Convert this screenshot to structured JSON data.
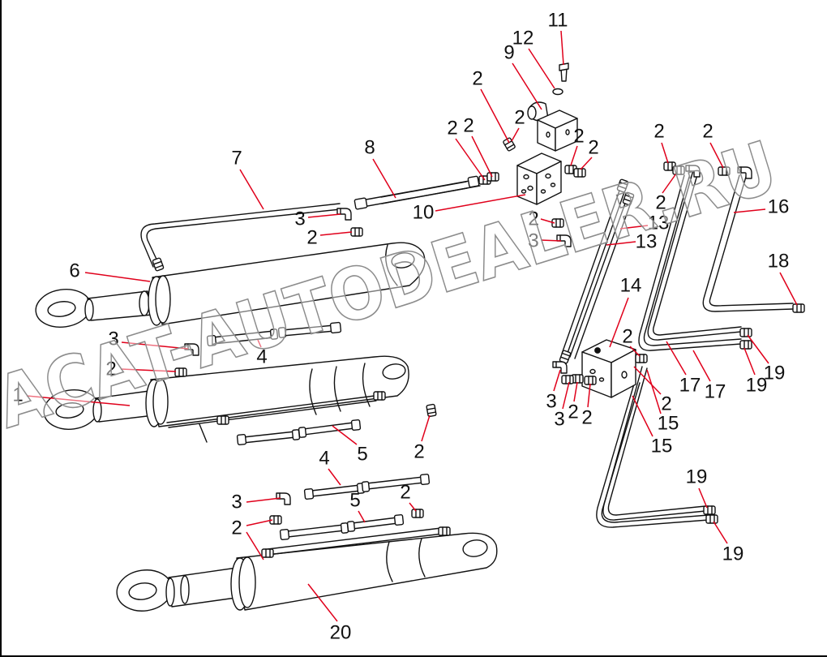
{
  "diagram": {
    "callouts": [
      "11",
      "12",
      "9",
      "2",
      "2",
      "2",
      "2",
      "2",
      "2",
      "7",
      "8",
      "10",
      "3",
      "2",
      "2",
      "3",
      "13",
      "13",
      "2",
      "2",
      "2",
      "16",
      "18",
      "6",
      "14",
      "3",
      "4",
      "2",
      "2",
      "1",
      "19",
      "17",
      "17",
      "19",
      "3",
      "2",
      "3",
      "2",
      "2",
      "15",
      "15",
      "5",
      "2",
      "4",
      "5",
      "2",
      "3",
      "2",
      "19",
      "19",
      "20"
    ],
    "watermark": "ACAT-AUTODEALER.RU"
  },
  "colors": {
    "line": "#111111",
    "leader": "#e0001b",
    "watermark": "#8c8c8c",
    "background": "#ffffff"
  }
}
